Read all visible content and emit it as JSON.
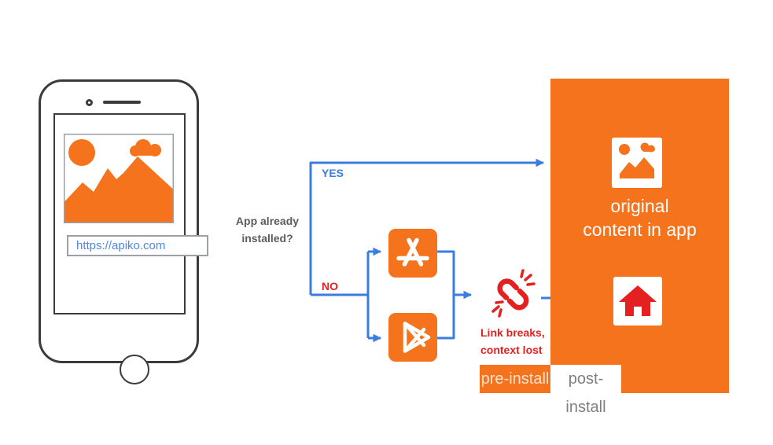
{
  "colors": {
    "orange": "#F4731C",
    "blue": "#3B7CE0",
    "red": "#E42020",
    "dark": "#3A3B3D",
    "text_gray": "#5B5C5E",
    "url_blue": "#4D87E8",
    "post_gray": "#7F7F7F",
    "pre_text": "rgba(255,255,255,0.8)",
    "border_gray": "#9AA0A6"
  },
  "phone": {
    "url": "https://apiko.com"
  },
  "decision": {
    "question_line1": "App already",
    "question_line2": "installed?",
    "yes_label": "YES",
    "no_label": "NO"
  },
  "flow": {
    "break_caption_line1": "Link breaks,",
    "break_caption_line2": "context lost"
  },
  "panel": {
    "caption_line1": "original",
    "caption_line2": "content in app"
  },
  "legend": {
    "pre_install": "pre-install",
    "post_install": "post-install"
  },
  "icons": {
    "phone_camera": "camera-dot-icon",
    "phone_speaker": "speaker-bar-icon",
    "photo_placeholder": "image-placeholder-icon",
    "app_store": "app-store-icon",
    "google_play": "google-play-icon",
    "broken_link": "broken-link-icon",
    "in_app_image": "image-content-icon",
    "home": "home-icon"
  }
}
